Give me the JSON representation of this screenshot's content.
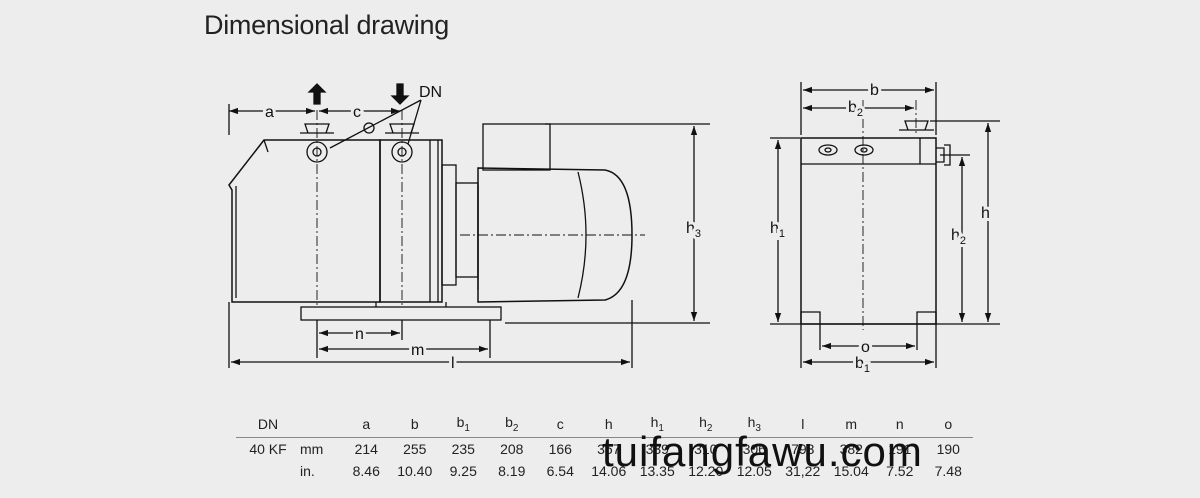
{
  "title": "Dimensional drawing",
  "labels": {
    "a": "a",
    "c": "c",
    "dn": "DN",
    "n": "n",
    "m": "m",
    "l": "l",
    "h3": "h3",
    "b": "b",
    "b2": "b2",
    "h1": "h1",
    "h2": "h2",
    "h": "h",
    "o": "o",
    "b1": "b1"
  },
  "table": {
    "headers": [
      {
        "base": "DN",
        "sub": ""
      },
      {
        "base": "",
        "sub": ""
      },
      {
        "base": "a",
        "sub": ""
      },
      {
        "base": "b",
        "sub": ""
      },
      {
        "base": "b",
        "sub": "1"
      },
      {
        "base": "b",
        "sub": "2"
      },
      {
        "base": "c",
        "sub": ""
      },
      {
        "base": "h",
        "sub": ""
      },
      {
        "base": "h",
        "sub": "1"
      },
      {
        "base": "h",
        "sub": "2"
      },
      {
        "base": "h",
        "sub": "3"
      },
      {
        "base": "l",
        "sub": ""
      },
      {
        "base": "m",
        "sub": ""
      },
      {
        "base": "n",
        "sub": ""
      },
      {
        "base": "o",
        "sub": ""
      }
    ],
    "rows": [
      [
        "40 KF",
        "mm",
        "214",
        "255",
        "235",
        "208",
        "166",
        "357",
        "339",
        "310",
        "306",
        "793",
        "382",
        "191",
        "190"
      ],
      [
        "",
        "in.",
        "8.46",
        "10.40",
        "9.25",
        "8.19",
        "6.54",
        "14.06",
        "13.35",
        "12.20",
        "12.05",
        "31,22",
        "15.04",
        "7.52",
        "7.48"
      ]
    ]
  },
  "watermark": "tuifangfawu.com"
}
